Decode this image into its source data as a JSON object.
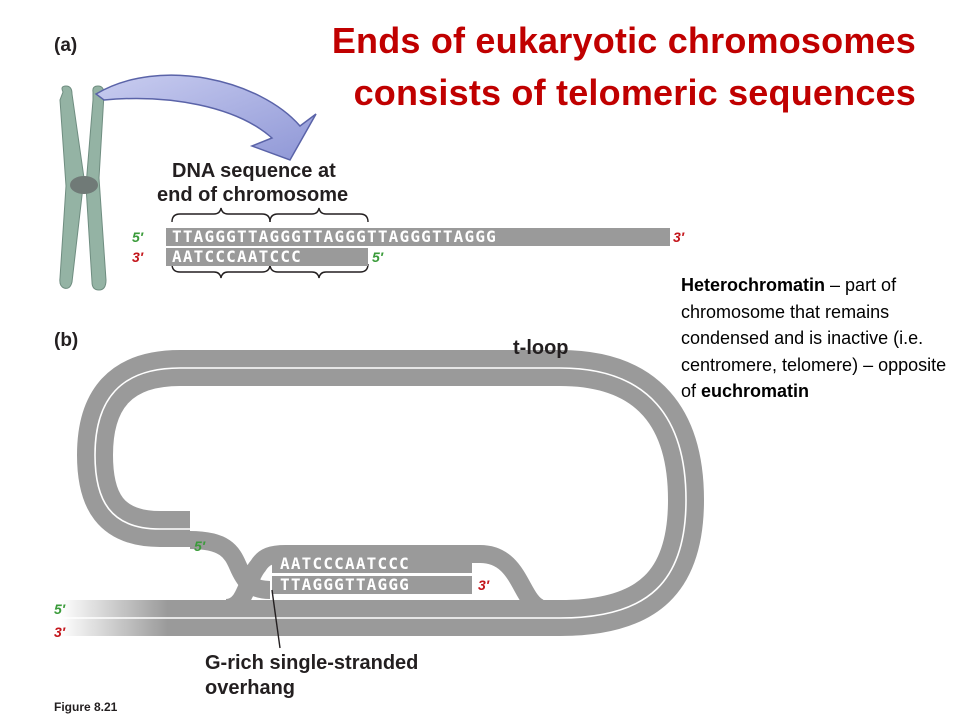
{
  "title": {
    "line1": "Ends of eukaryotic chromosomes",
    "line2": "consists of telomeric sequences"
  },
  "definition": {
    "term": "Heterochromatin",
    "text": " – part of chromosome that remains condensed and is inactive (i.e. centromere, telomere) – opposite of ",
    "contrast_term": "euchromatin"
  },
  "panel_a": {
    "label": "(a)",
    "caption_line1": "DNA sequence at",
    "caption_line2": "end of chromosome",
    "top_strand": {
      "five_label": "5′",
      "sequence": "TTAGGGTTAGGGTTAGGGTTAGGGTTAGGG",
      "three_label": "3′"
    },
    "bottom_strand": {
      "three_label": "3′",
      "sequence": "AATCCCAATCCC",
      "five_label": "5′"
    }
  },
  "panel_b": {
    "label": "(b)",
    "loop_label": "t-loop",
    "inner_five_label": "5′",
    "displaced_sequence": "AATCCCAATCCC",
    "overhang_sequence": "TTAGGGTTAGGG",
    "overhang_three_label": "3′",
    "left_five_label": "5′",
    "left_three_label": "3′",
    "overhang_caption_line1": "G-rich single-stranded",
    "overhang_caption_line2": "overhang"
  },
  "figure_number": "Figure 8.21",
  "colors": {
    "title": "#c00000",
    "strand": "#999999",
    "chromosome": "#94b3a4",
    "arrow": "#a7aedf",
    "five_prime": "#3a9b3a",
    "three_prime": "#c4161c"
  }
}
